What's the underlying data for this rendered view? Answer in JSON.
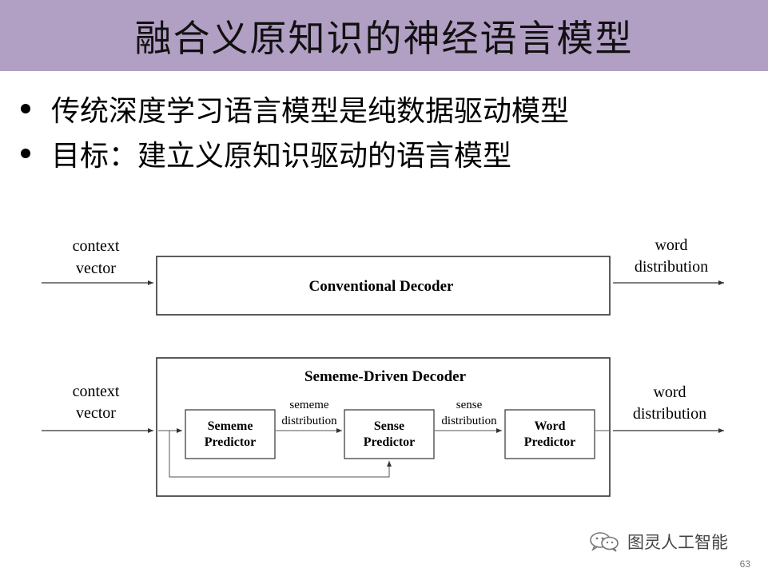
{
  "slide": {
    "title": "融合义原知识的神经语言模型",
    "bullets": [
      "传统深度学习语言模型是纯数据驱动模型",
      "目标：建立义原知识驱动的语言模型"
    ],
    "page_number": "63"
  },
  "diagram": {
    "top": {
      "input_line1": "context",
      "input_line2": "vector",
      "box_label": "Conventional Decoder",
      "output_line1": "word",
      "output_line2": "distribution"
    },
    "bottom": {
      "input_line1": "context",
      "input_line2": "vector",
      "box_label": "Sememe-Driven Decoder",
      "output_line1": "word",
      "output_line2": "distribution",
      "sememe_predictor_line1": "Sememe",
      "sememe_predictor_line2": "Predictor",
      "sense_predictor_line1": "Sense",
      "sense_predictor_line2": "Predictor",
      "word_predictor_line1": "Word",
      "word_predictor_line2": "Predictor",
      "edge1_line1": "sememe",
      "edge1_line2": "distribution",
      "edge2_line1": "sense",
      "edge2_line2": "distribution"
    }
  },
  "watermark": {
    "text": "图灵人工智能",
    "icon": "wechat-icon"
  }
}
